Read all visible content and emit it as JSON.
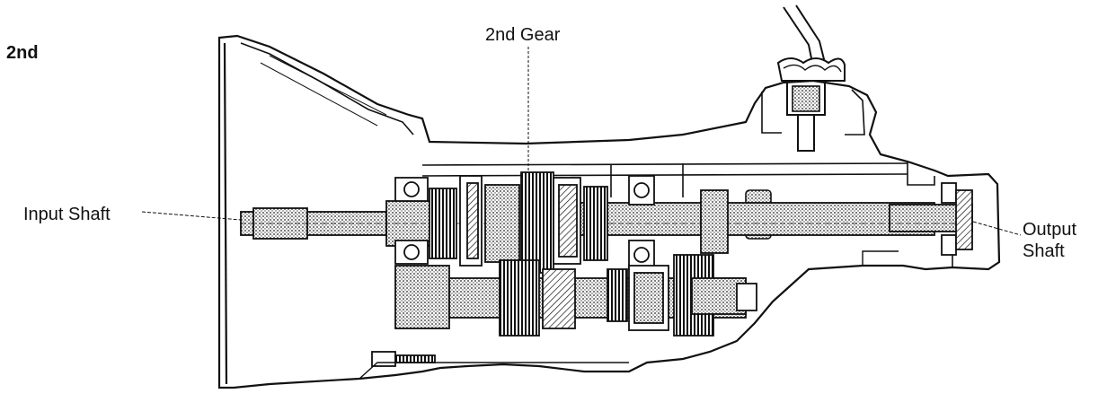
{
  "diagram": {
    "title": "2nd",
    "labels": {
      "gear": "2nd Gear",
      "input": "Input Shaft",
      "output_line1": "Output",
      "output_line2": "Shaft"
    }
  }
}
